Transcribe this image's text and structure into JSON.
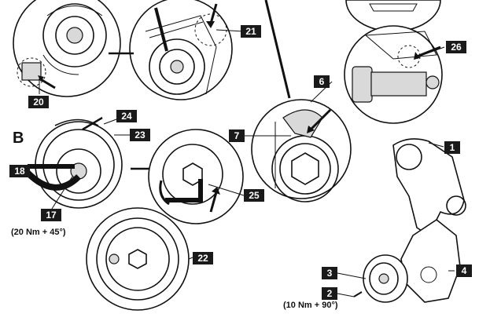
{
  "callouts": {
    "c1": "1",
    "c2": "2",
    "c3": "3",
    "c4": "4",
    "c6": "6",
    "c7": "7",
    "c17": "17",
    "c18": "18",
    "c20": "20",
    "c21": "21",
    "c22": "22",
    "c23": "23",
    "c24": "24",
    "c25": "25",
    "c26": "26"
  },
  "section_letter": "B",
  "torque_specs": {
    "bolt_17": "(20 Nm + 45°)",
    "bolt_2": "(10 Nm + 90°)"
  },
  "colors": {
    "ink": "#111111",
    "callout_bg": "#1a1a1a",
    "callout_text": "#ffffff",
    "shade": "#d9d9d9"
  }
}
